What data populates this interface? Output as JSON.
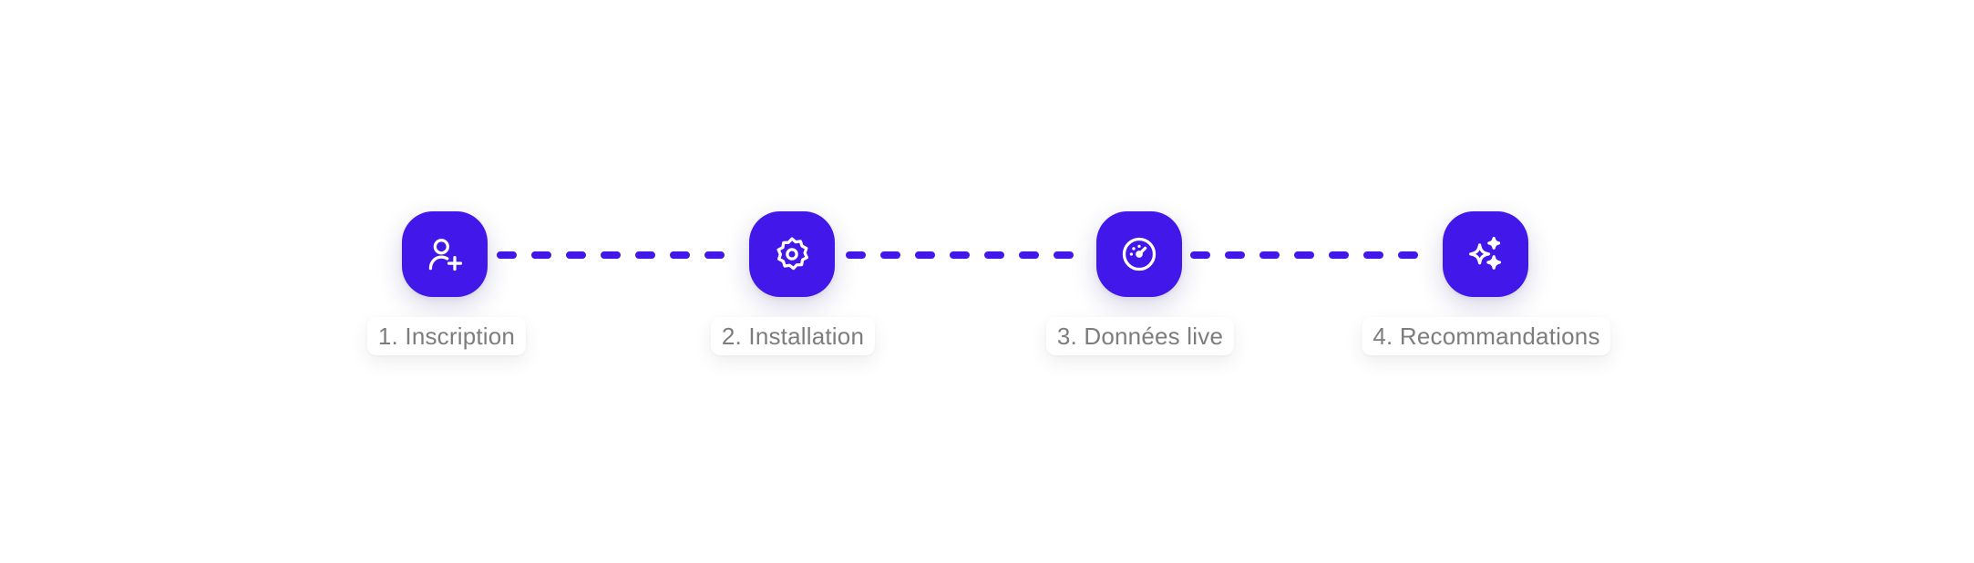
{
  "accent_color": "#4117ea",
  "label_color": "#7d7d7d",
  "steps": [
    {
      "label": "1. Inscription",
      "icon": "user-plus-icon"
    },
    {
      "label": "2. Installation",
      "icon": "gear-badge-icon"
    },
    {
      "label": "3. Données live",
      "icon": "gauge-icon"
    },
    {
      "label": "4. Recommandations",
      "icon": "sparkles-icon"
    }
  ]
}
